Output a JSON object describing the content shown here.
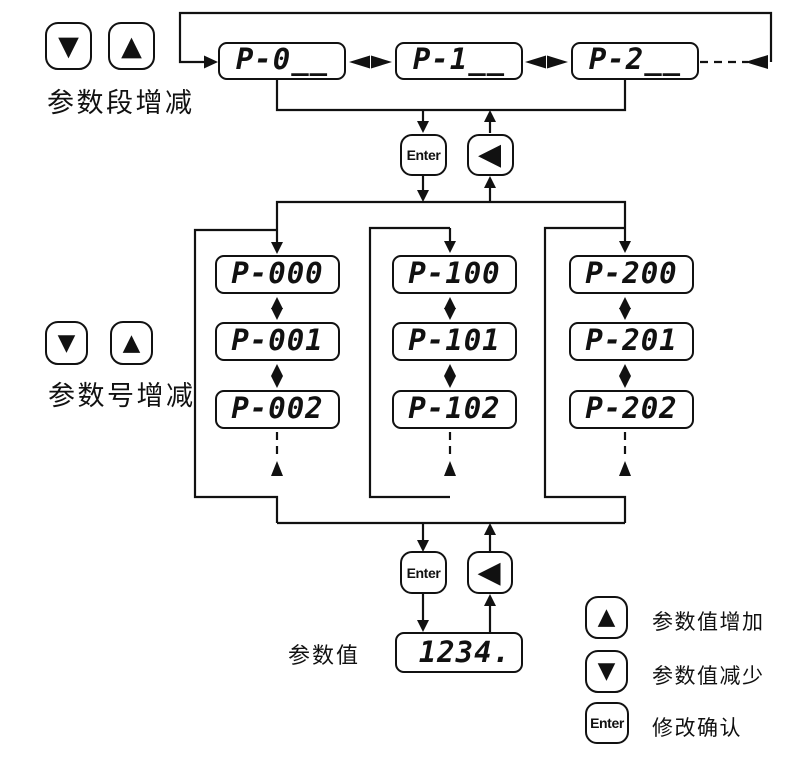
{
  "ink": "#111111",
  "background": "#ffffff",
  "segment_section": {
    "down_icon": "▼",
    "up_icon": "▲",
    "label": "参数段增减",
    "displays": [
      {
        "value": "P-0__"
      },
      {
        "value": "P-1__"
      },
      {
        "value": "P-2__"
      }
    ]
  },
  "number_section": {
    "down_icon": "▼",
    "up_icon": "▲",
    "label": "参数号增减",
    "columns": [
      {
        "rows": [
          {
            "value": "P-000"
          },
          {
            "value": "P-001"
          },
          {
            "value": "P-002"
          }
        ]
      },
      {
        "rows": [
          {
            "value": "P-100"
          },
          {
            "value": "P-101"
          },
          {
            "value": "P-102"
          }
        ]
      },
      {
        "rows": [
          {
            "value": "P-200"
          },
          {
            "value": "P-201"
          },
          {
            "value": "P-202"
          }
        ]
      }
    ]
  },
  "enter_button": {
    "label": "Enter"
  },
  "back_button": {
    "icon": "◀"
  },
  "value_section": {
    "label": "参数值",
    "display_value": "1234."
  },
  "legend": {
    "items": [
      {
        "icon": "▲",
        "label": "参数值增加"
      },
      {
        "icon": "▼",
        "label": "参数值减少"
      },
      {
        "icon": "Enter",
        "label": "修改确认"
      }
    ]
  }
}
